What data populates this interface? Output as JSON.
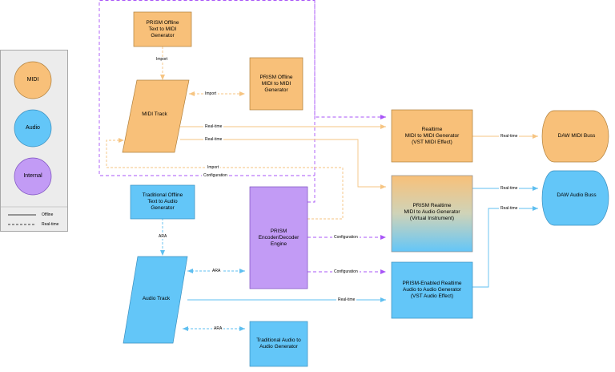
{
  "legend": {
    "midi": "MIDI",
    "audio": "Audio",
    "internal": "Internal",
    "offline": "Offline",
    "realtime": "Real-time"
  },
  "colors": {
    "midi": "#f8c079",
    "audio": "#63c6f8",
    "internal": "#c29bf5",
    "midi_line": "#f6c583",
    "audio_line": "#5fbff0",
    "config_line": "#a855f7"
  },
  "nodes": {
    "prism_offline_text_midi": "PRISM Offline\nText to MIDI\nGenerator",
    "prism_offline_midi_midi": "PRISM Offline\nMIDI to MIDI\nGenerator",
    "midi_track": "MIDI Track",
    "realtime_midi_gen": "Realtime\nMIDI to MIDI Generator\n(VST MIDI Effect)",
    "daw_midi_buss": "DAW MIDI Buss",
    "prism_realtime_instrument": "PRISM Realtime\nMIDI to Audio Generator\n(Virtual Instrument)",
    "daw_audio_buss": "DAW Audio Buss",
    "trad_offline_text_audio": "Traditional Offline\nText to Audio\nGenerator",
    "prism_engine": "PRISM\nEncoder/Decoder\nEngine",
    "audio_track": "Audio Track",
    "prism_audio_effect": "PRISM-Enabled Realtime\nAudio to Audio Generator\n(VST Audio Effect)",
    "trad_audio_audio": "Traditional Audio to\nAudio Generator"
  },
  "edges": {
    "import_1": "Import",
    "import_2": "Import",
    "import_3": "Import",
    "realtime_1": "Real-time",
    "realtime_2": "Real-time",
    "realtime_3": "Real-time",
    "realtime_4": "Real-time",
    "realtime_5": "Real-time",
    "realtime_6": "Real-time",
    "configuration_1": "Configuration",
    "configuration_2": "Configuration",
    "configuration_3": "Configuration",
    "ara_1": "ARA",
    "ara_2": "ARA",
    "ara_3": "ARA"
  }
}
